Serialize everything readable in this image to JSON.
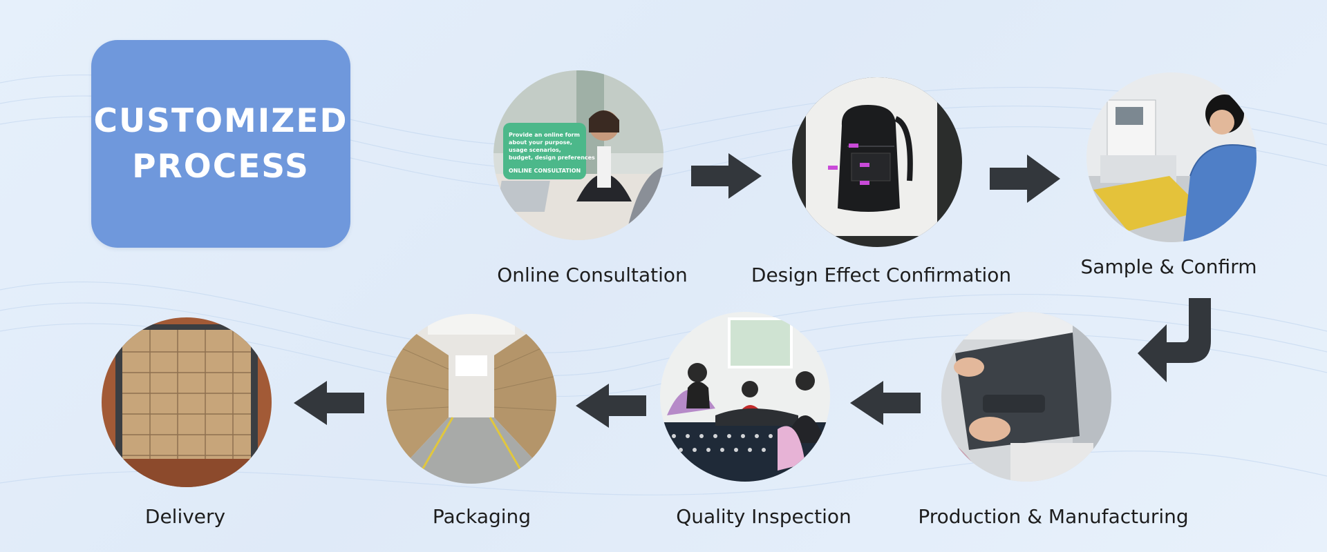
{
  "title": {
    "line1": "CUSTOMIZED",
    "line2": "PROCESS"
  },
  "consultation_card": {
    "text1": "Provide an online form",
    "text2": "about your purpose,",
    "text3": "usage scenarios,",
    "text4": "budget, design preferences",
    "tag": "ONLINE CONSULTATION"
  },
  "steps": [
    {
      "label": "Online Consultation"
    },
    {
      "label": "Design Effect Confirmation"
    },
    {
      "label": "Sample & Confirm"
    },
    {
      "label": "Production & Manufacturing"
    },
    {
      "label": "Quality Inspection"
    },
    {
      "label": "Packaging"
    },
    {
      "label": "Delivery"
    }
  ],
  "colors": {
    "title_bg": "#6f98dc",
    "arrow": "#33373c",
    "card": "#4cb88a"
  }
}
